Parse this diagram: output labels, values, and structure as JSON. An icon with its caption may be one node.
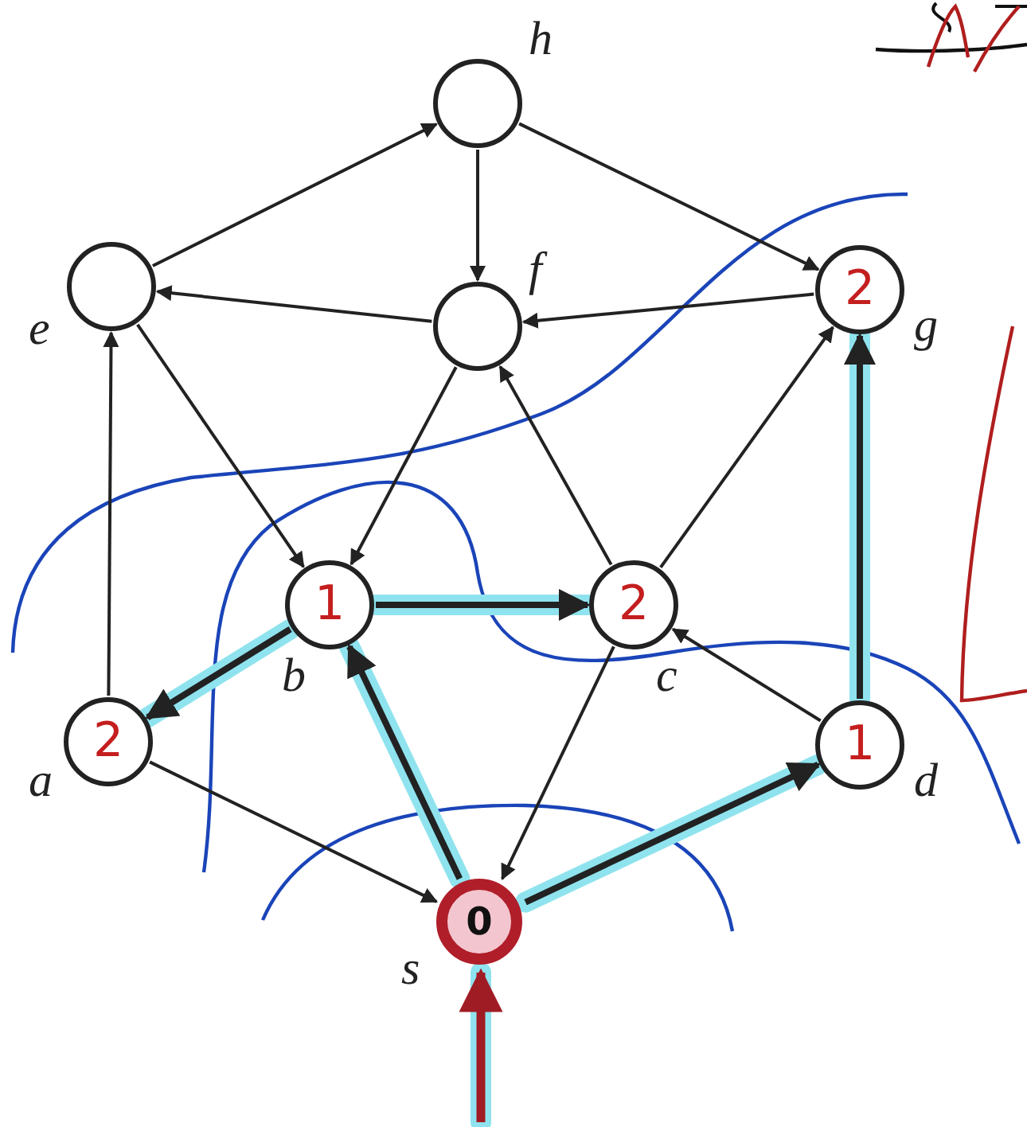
{
  "diagram": {
    "nodes": [
      {
        "text": [],
        "shape": "circle",
        "beside": [
          "h"
        ]
      },
      {
        "text": [],
        "shape": "circle",
        "beside": [
          "e"
        ]
      },
      {
        "text": [],
        "shape": "circle",
        "beside": [
          "f"
        ]
      },
      {
        "text": [
          "2"
        ],
        "beside": [
          "g"
        ]
      },
      {
        "text": [
          "1"
        ],
        "beside": [
          "b"
        ]
      },
      {
        "text": [
          "2"
        ],
        "beside": [
          "c"
        ]
      },
      {
        "text": [
          "2"
        ],
        "beside": [
          "a"
        ]
      },
      {
        "text": [
          "1"
        ],
        "beside": [
          "d"
        ]
      },
      {
        "text": [
          "0"
        ],
        "beside": [
          "s"
        ]
      }
    ],
    "edges": [
      {
        "from": 1,
        "to": 0,
        "arrow": "to"
      },
      {
        "from": 0,
        "to": 2,
        "arrow": "to"
      },
      {
        "from": 0,
        "to": 3,
        "arrow": "to"
      },
      {
        "from": 2,
        "to": 1,
        "arrow": "to"
      },
      {
        "from": 3,
        "to": 2,
        "arrow": "to"
      },
      {
        "from": 1,
        "to": 4,
        "arrow": "to"
      },
      {
        "from": 2,
        "to": 4,
        "arrow": "to"
      },
      {
        "from": 5,
        "to": 2,
        "arrow": "to"
      },
      {
        "from": 5,
        "to": 3,
        "arrow": "to"
      },
      {
        "from": 7,
        "to": 3,
        "arrow": "to",
        "style": "thick"
      },
      {
        "from": 4,
        "to": 5,
        "arrow": "to",
        "style": "thick"
      },
      {
        "from": 4,
        "to": 6,
        "arrow": "to",
        "style": "thick"
      },
      {
        "from": 6,
        "to": 1,
        "arrow": "to"
      },
      {
        "from": 6,
        "to": 8,
        "arrow": "to"
      },
      {
        "from": 8,
        "to": 4,
        "arrow": "to",
        "style": "thick"
      },
      {
        "from": 5,
        "to": 8,
        "arrow": "to"
      },
      {
        "from": 7,
        "to": 5,
        "arrow": "to"
      },
      {
        "from": 8,
        "to": 7,
        "arrow": "to",
        "style": "thick"
      },
      {
        "from": null,
        "to": 8,
        "arrow": "to",
        "style": "thick",
        "color": "#a01c24"
      }
    ]
  }
}
